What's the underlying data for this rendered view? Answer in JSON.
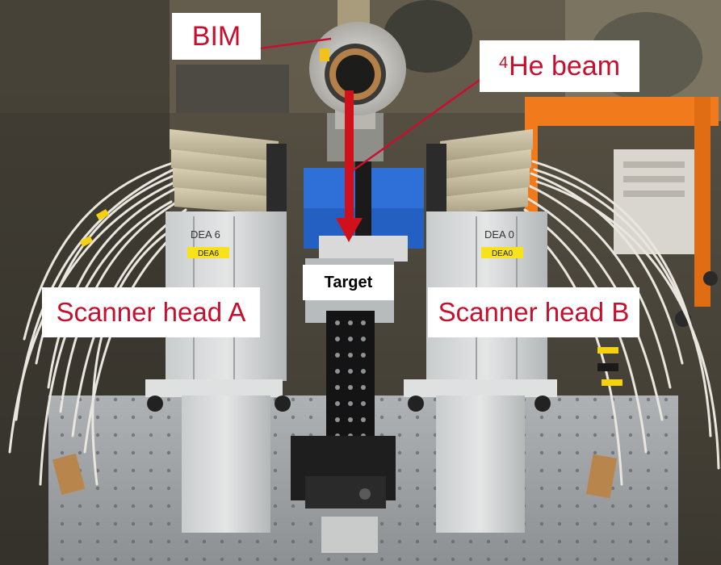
{
  "labels": {
    "bim": "BIM",
    "beam_superscript": "4",
    "beam_text": "He beam",
    "target": "Target",
    "scanner_a": "Scanner head A",
    "scanner_b": "Scanner head B"
  },
  "detector_tags": {
    "a_handwritten": "DEA 6",
    "a_printed": "DEA6",
    "b_handwritten": "DEA 0",
    "b_printed": "DEA0"
  },
  "colors": {
    "label_text": "#c8102e",
    "beam_arrow": "#d0101a",
    "label_background": "#ffffff",
    "shielding_blocks": "#2f6fd8",
    "support_frame": "#f07a1c"
  }
}
